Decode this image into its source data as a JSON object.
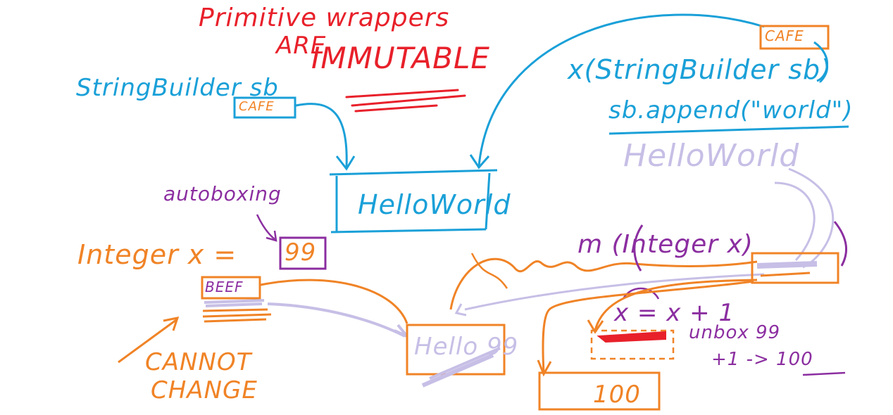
{
  "colors": {
    "red": "#e8202a",
    "blue": "#1aa0d8",
    "orange": "#f08326",
    "purple": "#8b2ea0",
    "lavender": "#c7bfe6"
  },
  "notes": {
    "title_line1": "Primitive wrappers",
    "title_line2": "ARE",
    "title_line3": "IMMUTABLE",
    "sb_decl_left": "StringBuilder sb",
    "addr_cafe_left": "CAFE",
    "addr_cafe_right": "CAFE",
    "hello_world_box": "HelloWorld",
    "method_sig_sb": "x(StringBuilder sb)",
    "append_call": "sb.append(\"world\")",
    "ghost_hello_world": "HelloWorld",
    "autoboxing_label": "autoboxing",
    "integer_decl": "Integer x =",
    "value_99": "99",
    "addr_beef": "BEEF",
    "cannot_line1": "CANNOT",
    "cannot_line2": "CHANGE",
    "method_sig_int": "m (Integer x)",
    "hello99_box": "Hello 99",
    "increment_expr": "x = x + 1",
    "unbox_label": "unbox 99",
    "plus_one_label": "+1 -> 100",
    "result_100": "100"
  }
}
